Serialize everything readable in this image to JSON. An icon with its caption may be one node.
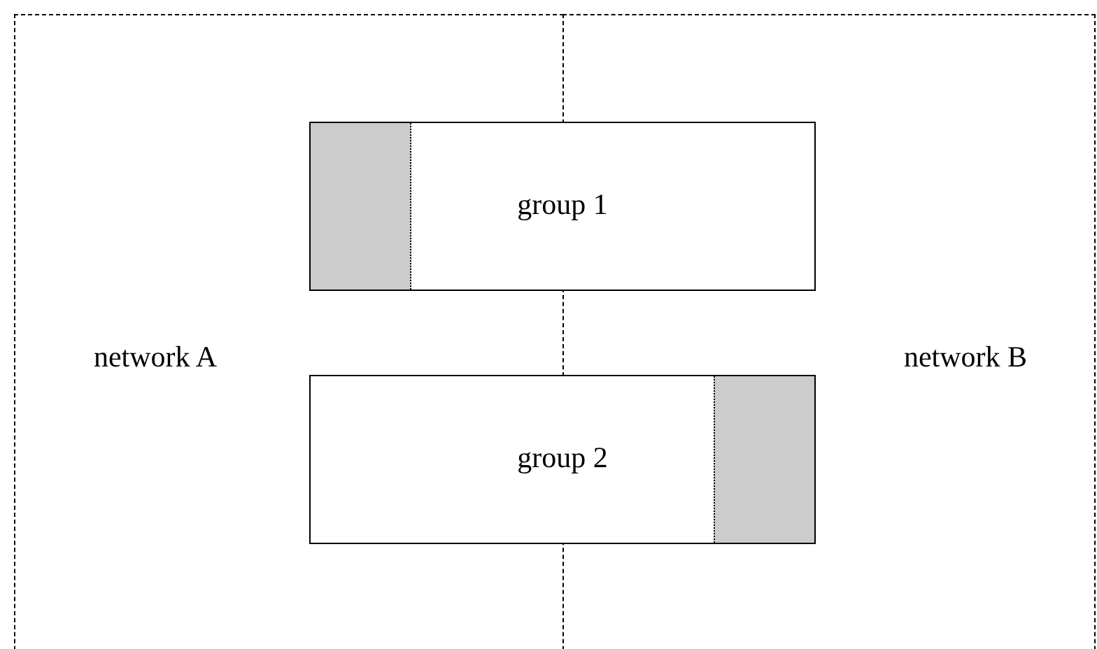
{
  "diagram": {
    "nodes": [
      {
        "text": [
          "network A"
        ]
      },
      {
        "text": [
          "network B"
        ]
      },
      {
        "text": [
          "group 1"
        ]
      },
      {
        "text": [
          "group 2"
        ]
      },
      {
        "text": [],
        "shape": "box"
      },
      {
        "text": [],
        "shape": "box"
      }
    ]
  }
}
